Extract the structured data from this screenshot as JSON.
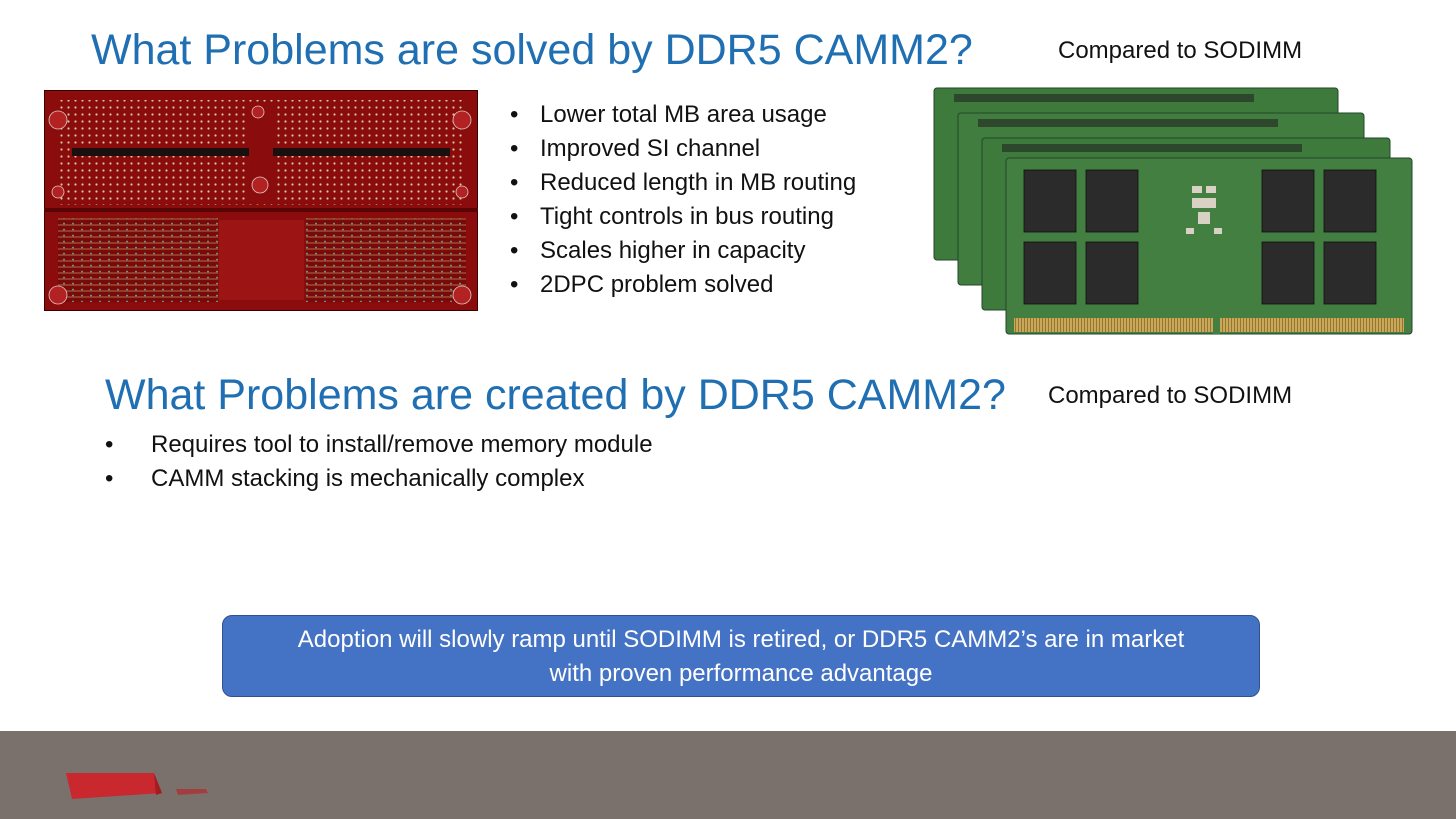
{
  "slide": {
    "title_solved": "What Problems are solved by DDR5 CAMM2?",
    "compared_solved": "Compared to SODIMM",
    "solved_points": [
      "Lower total MB area usage",
      "Improved SI channel",
      "Reduced length in MB routing",
      "Tight controls in bus routing",
      "Scales higher in capacity",
      "2DPC problem solved"
    ],
    "title_created": "What Problems are created by DDR5 CAMM2?",
    "compared_created": "Compared to SODIMM",
    "created_points": [
      "Requires tool to install/remove memory module",
      "CAMM stacking is mechanically complex"
    ],
    "callout_line1": "Adoption will slowly ramp until SODIMM is retired, or DDR5 CAMM2’s are in market",
    "callout_line2": "with proven performance advantage",
    "bullet": "•"
  },
  "images": {
    "pcb": "camm2-pcb-layout-image",
    "sodimm": "sodimm-modules-stack-image",
    "logo": "footer-logo"
  },
  "colors": {
    "title_blue": "#1f6fb2",
    "callout_fill": "#4472c4",
    "footer_gray": "#7a716d",
    "pcb_red": "#8b0c0c",
    "sodimm_green": "#3e7a3c"
  }
}
